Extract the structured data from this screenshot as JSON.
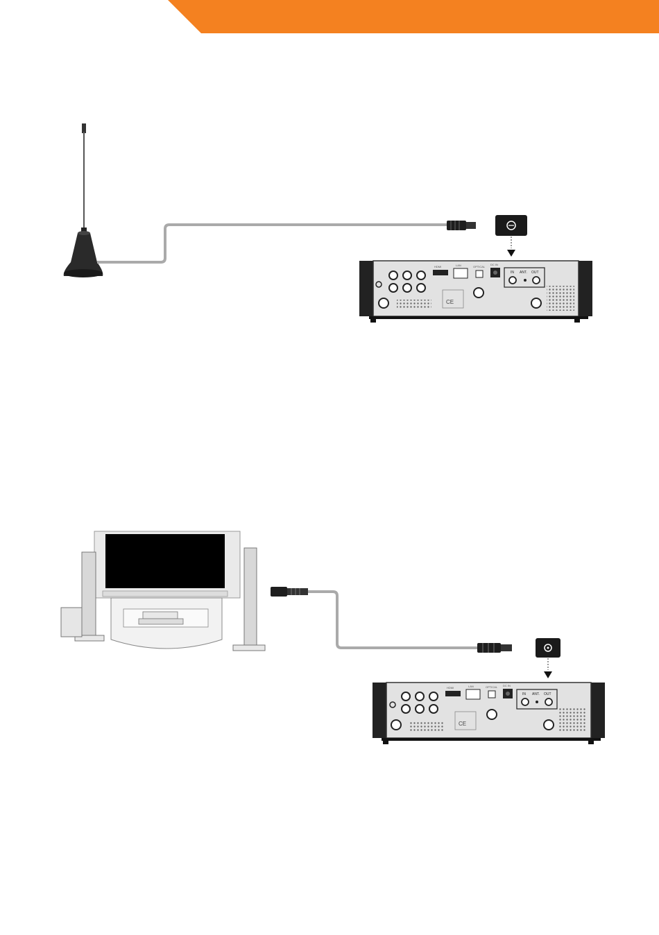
{
  "header": {
    "accent_color": "#f48120"
  },
  "figure_top": {
    "device_ports": {
      "ant_in": "IN",
      "ant_label": "ANT.",
      "ant_out": "OUT",
      "optical": "OPTICAL",
      "hdmi": "HDMI",
      "lan": "LAN",
      "dc_in": "DC IN"
    }
  },
  "figure_bottom": {
    "device_ports": {
      "ant_in": "IN",
      "ant_label": "ANT.",
      "ant_out": "OUT",
      "optical": "OPTICAL",
      "hdmi": "HDMI",
      "lan": "LAN",
      "dc_in": "DC IN"
    }
  },
  "icons": [
    "antenna-icon",
    "coax-connector-icon",
    "antenna-socket-icon",
    "media-player-device-icon",
    "home-theater-tv-icon"
  ]
}
